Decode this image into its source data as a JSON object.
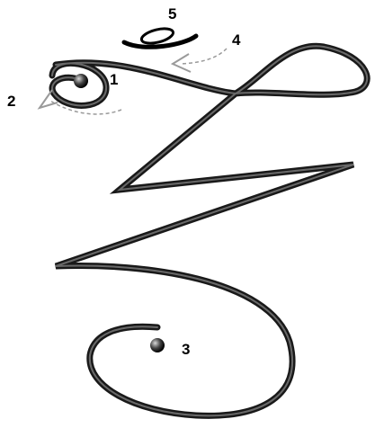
{
  "labels": {
    "n1": "1",
    "n2": "2",
    "n3": "3",
    "n4": "4",
    "n5": "5"
  },
  "colors": {
    "ink": "#000000",
    "arrow": "#9a9a9a",
    "dot_highlight": "#d8d8d8"
  },
  "icons": [
    "start-dot-icon",
    "end-dot-icon",
    "small-loop-icon",
    "direction-arrow-2-icon",
    "direction-arrow-4-icon"
  ]
}
